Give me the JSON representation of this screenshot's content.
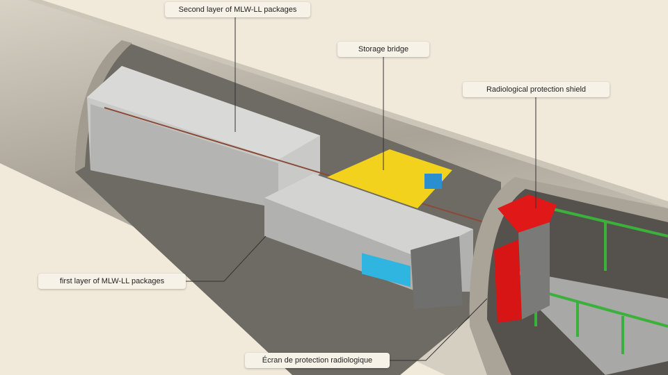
{
  "labels": {
    "second_layer": "Second layer of MLW-LL packages",
    "storage_bridge": "Storage bridge",
    "radiological_shield": "Radiological protection shield",
    "first_layer": "first layer of MLW-LL packages",
    "ecran": "Écran de protection radiologique"
  },
  "colors": {
    "background": "#f1eadb",
    "rock": "#b9b3a7",
    "package": "#b8b8b6",
    "bridge": "#f2d21c",
    "shield": "#e01818",
    "frame": "#3bb03b"
  }
}
